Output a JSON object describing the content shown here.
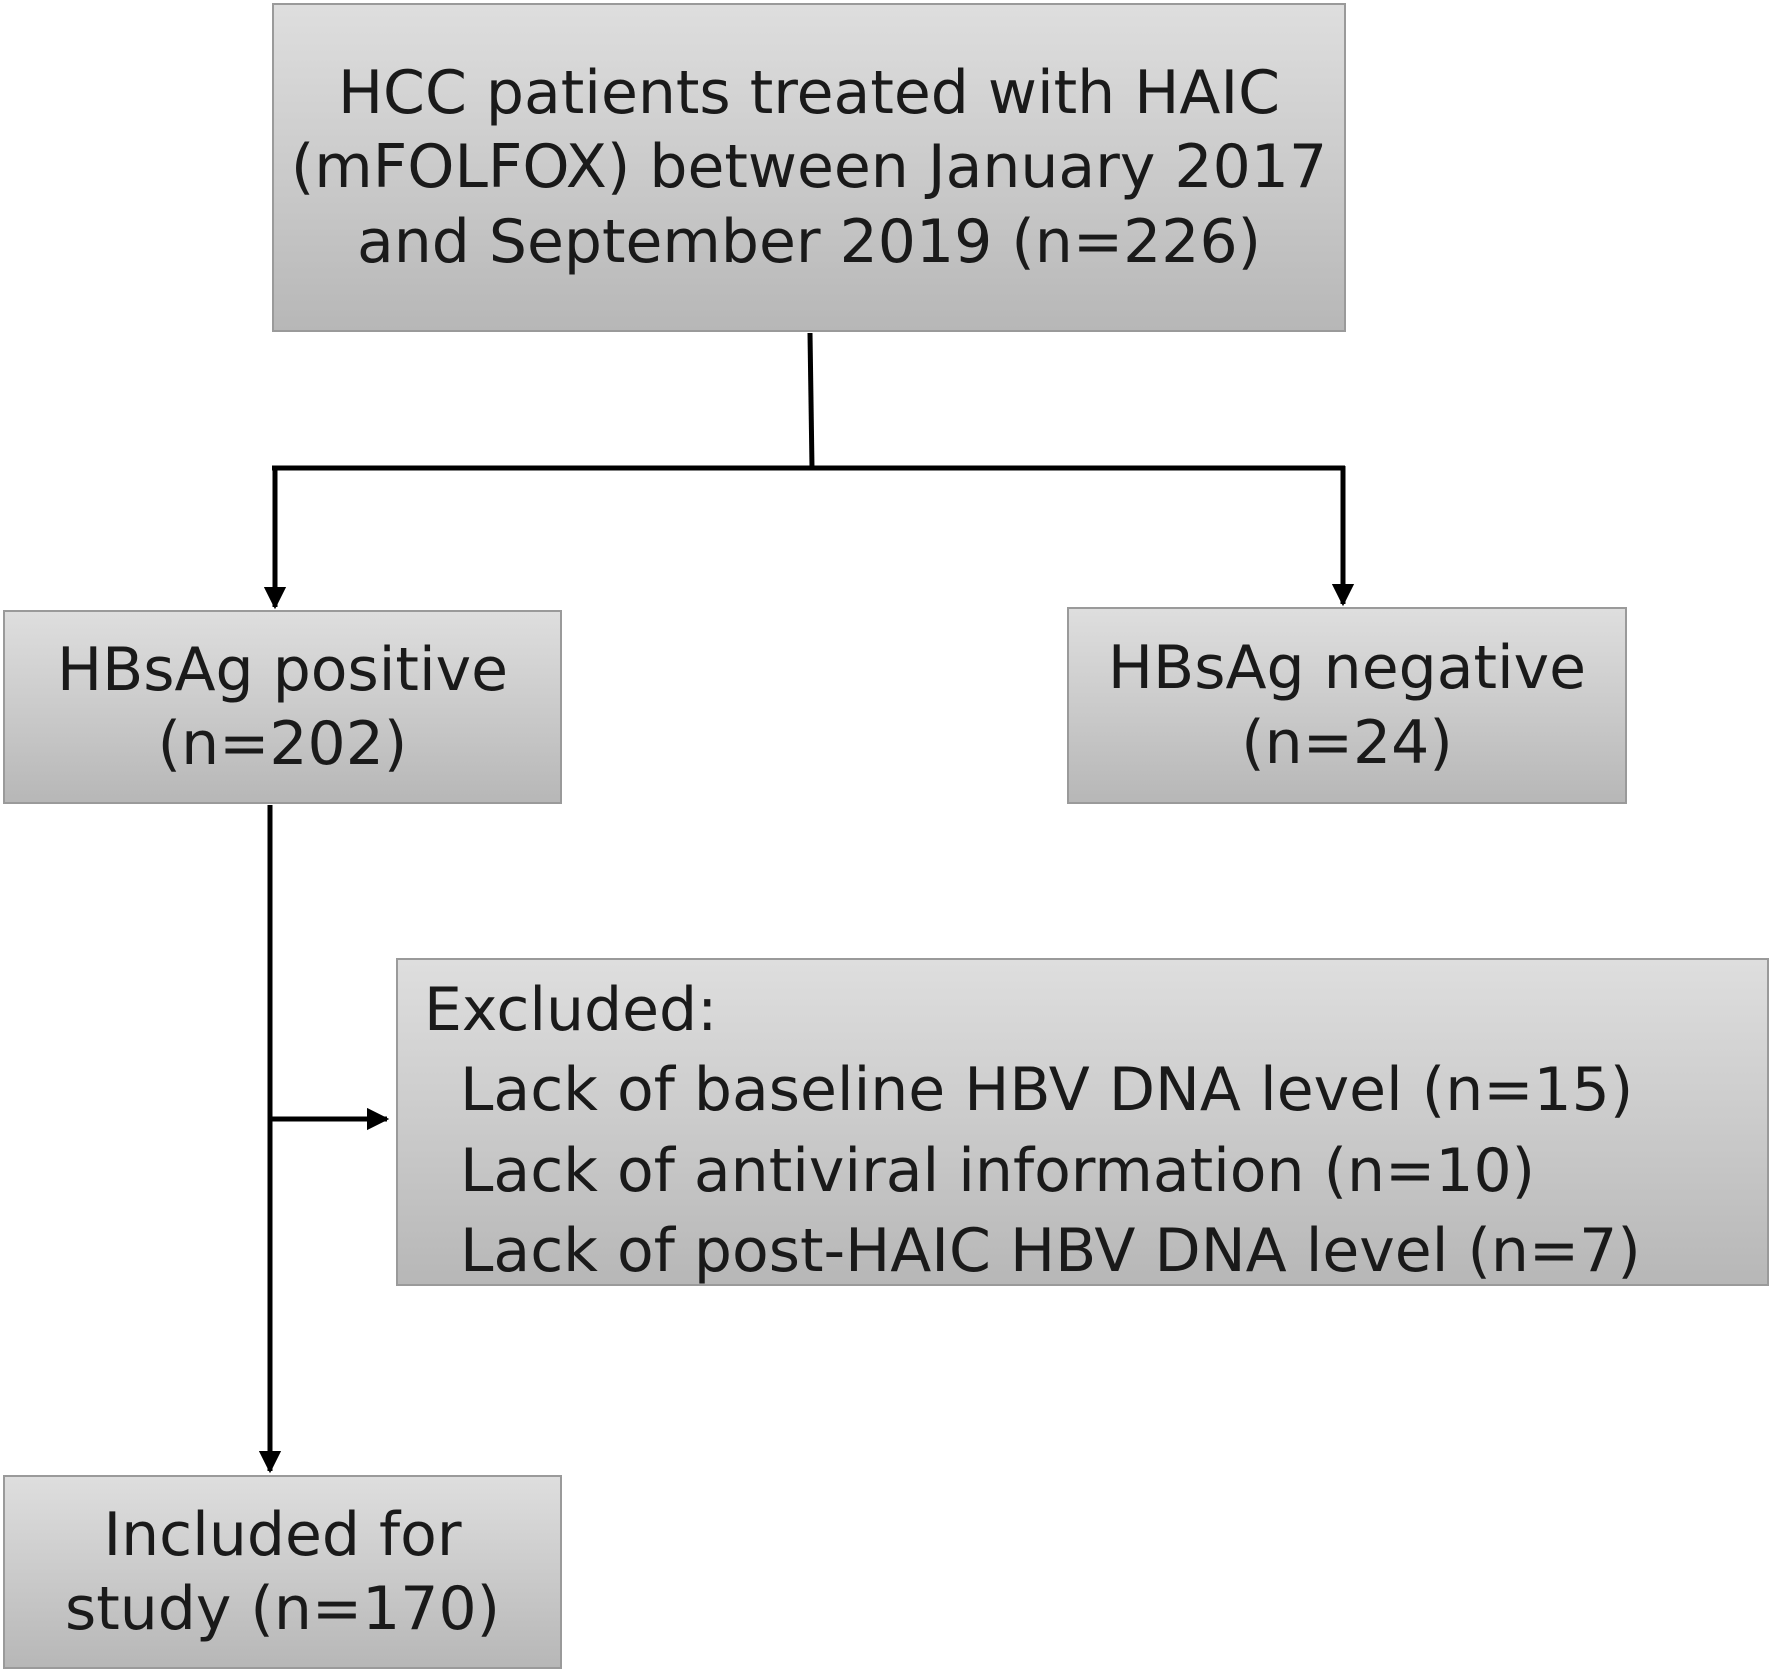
{
  "flowchart": {
    "top_box": {
      "lines": [
        "HCC patients treated with HAIC",
        "(mFOLFOX) between January 2017",
        "and September 2019 (n=226)"
      ]
    },
    "positive_box": {
      "lines": [
        "HBsAg positive",
        "(n=202)"
      ]
    },
    "negative_box": {
      "lines": [
        "HBsAg negative",
        "(n=24)"
      ]
    },
    "excluded_box": {
      "heading": "Excluded:",
      "items": [
        "Lack of baseline HBV DNA level (n=15)",
        "Lack of antiviral information (n=10)",
        "Lack of post-HAIC HBV DNA level (n=7)"
      ]
    },
    "included_box": {
      "lines": [
        "Included for",
        "study (n=170)"
      ]
    }
  },
  "colors": {
    "box_fill_top": "#dedede",
    "box_fill_bottom": "#b7b7b7",
    "box_border": "#9a9a9a",
    "connector": "#000000",
    "text": "#1a1a1a"
  }
}
